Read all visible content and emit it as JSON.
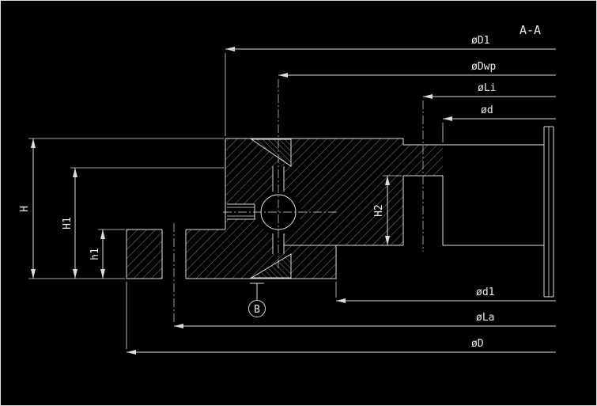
{
  "colors": {
    "background": "#000000",
    "line": "#dcdcdc",
    "hatch": "#b0b0b0",
    "text": "#eaeaea"
  },
  "section_view": {
    "title": "A-A"
  },
  "detail_callout": {
    "label": "B"
  },
  "dimensions": {
    "D1": "øD1",
    "Dwp": "øDwp",
    "Li": "øLi",
    "d": "ød",
    "d1": "ød1",
    "La": "øLa",
    "D": "øD",
    "H": "H",
    "H1": "H1",
    "h1": "h1",
    "H2": "H2"
  }
}
